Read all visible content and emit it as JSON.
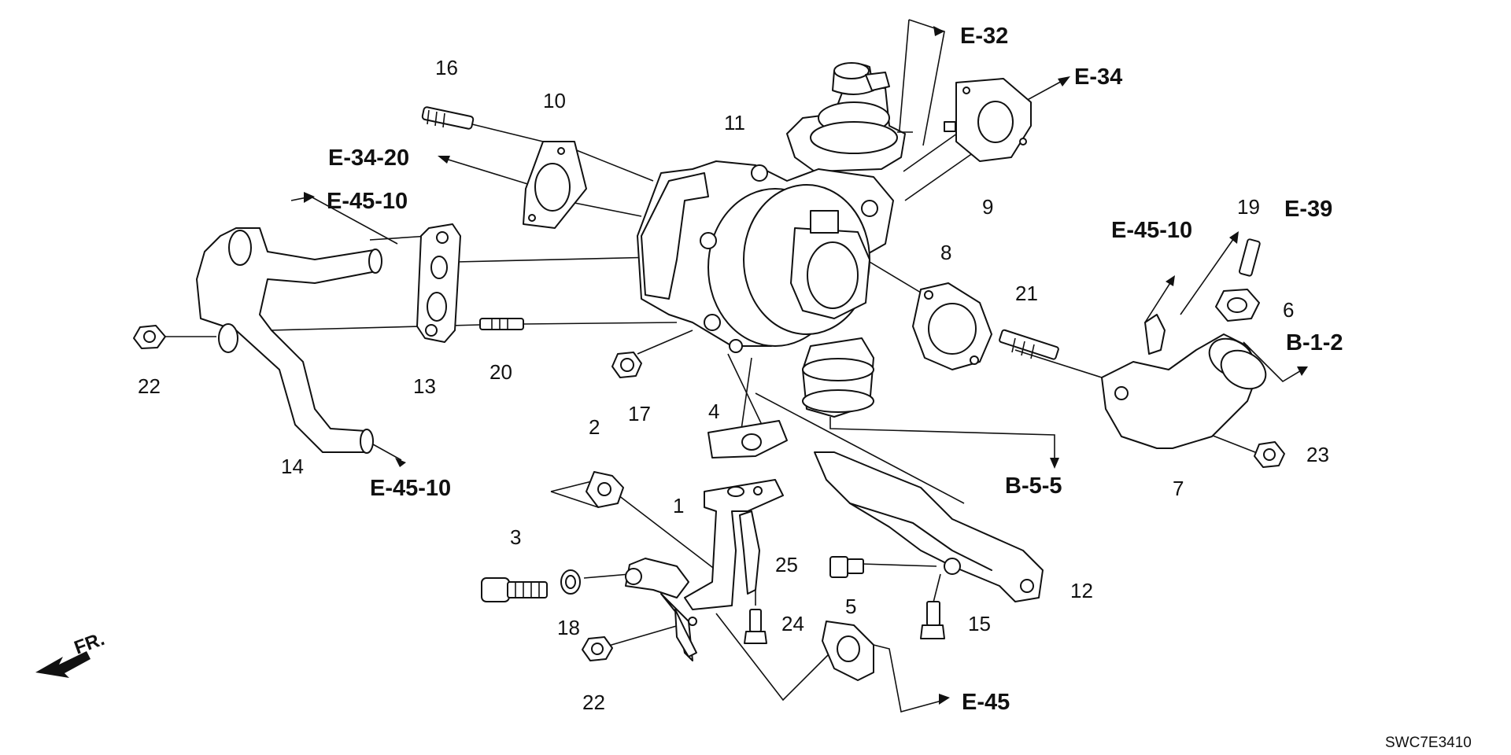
{
  "parts": {
    "p1": "1",
    "p2": "2",
    "p3": "3",
    "p4": "4",
    "p5": "5",
    "p6": "6",
    "p7": "7",
    "p8": "8",
    "p9": "9",
    "p10": "10",
    "p11": "11",
    "p12": "12",
    "p13": "13",
    "p14": "14",
    "p15": "15",
    "p16": "16",
    "p17": "17",
    "p18": "18",
    "p19": "19",
    "p20": "20",
    "p21": "21",
    "p22a": "22",
    "p22b": "22",
    "p23": "23",
    "p24": "24",
    "p25": "25"
  },
  "refs": {
    "e32": "E-32",
    "e34": "E-34",
    "e3420": "E-34-20",
    "e4510_top": "E-45-10",
    "e4510_bot": "E-45-10",
    "e4510_right": "E-45-10",
    "e39": "E-39",
    "b12": "B-1-2",
    "b55": "B-5-5",
    "e45": "E-45"
  },
  "front_label": "FR.",
  "diagram_code": "SWC7E3410"
}
